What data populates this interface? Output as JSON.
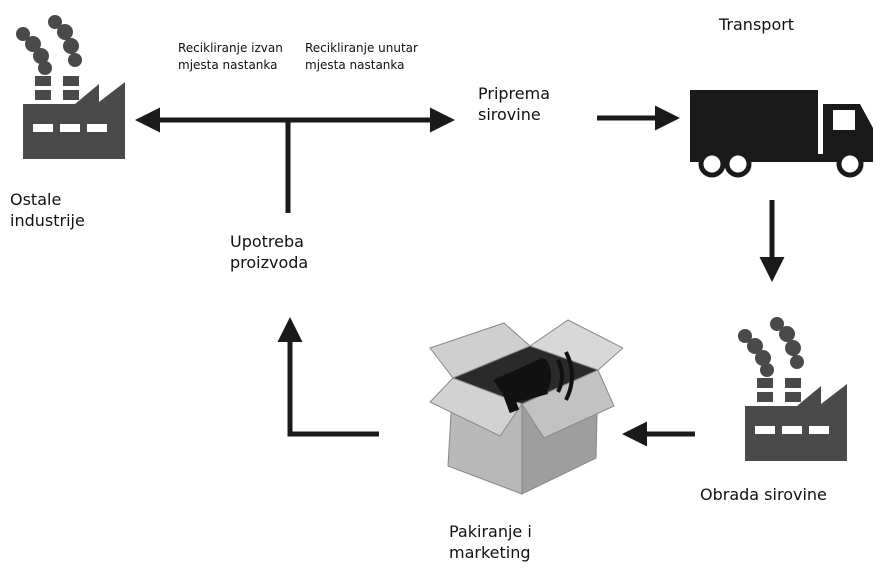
{
  "labels": {
    "recycle_outside": "Recikliranje izvan\nmjesta nastanka",
    "recycle_inside": "Recikliranje unutar\nmjesta nastanka",
    "raw_prep": "Priprema\nsirovine",
    "transport": "Transport",
    "other_industries": "Ostale\nindustrije",
    "product_use": "Upotreba\nproizvoda",
    "processing": "Obrada sirovine",
    "packaging": "Pakiranje i\nmarketing"
  },
  "icons": {
    "factory_left": "factory-icon",
    "factory_right": "factory-icon",
    "truck": "truck-icon",
    "box": "box-megaphone-icon"
  },
  "colors": {
    "ink": "#1a1a1a",
    "factory": "#4a4a4a",
    "box": "#bdbdbd"
  }
}
